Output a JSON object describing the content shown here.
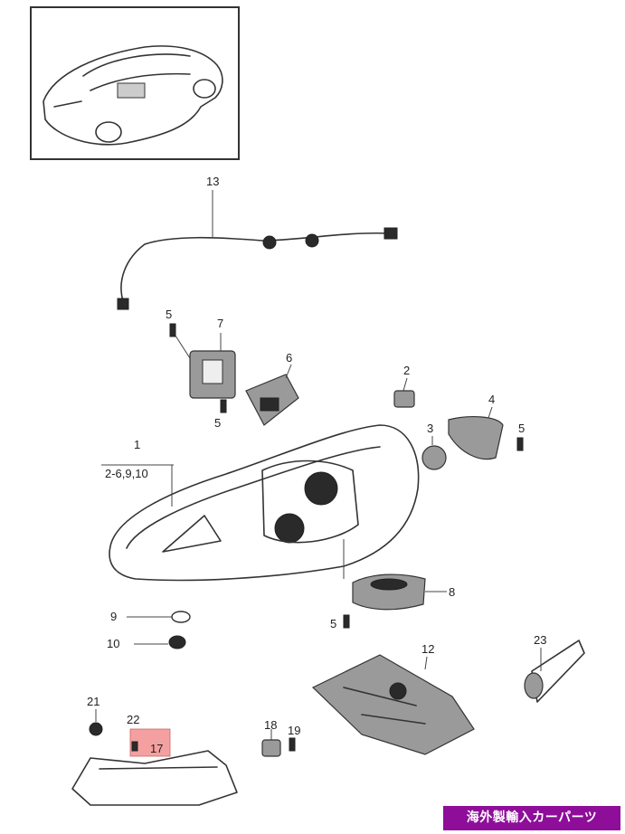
{
  "callouts": {
    "c1": "1",
    "c1_sub": "2-6,9,10",
    "c2": "2",
    "c3": "3",
    "c4": "4",
    "c5a": "5",
    "c5b": "5",
    "c5c": "5",
    "c5d": "5",
    "c6": "6",
    "c7": "7",
    "c8": "8",
    "c9": "9",
    "c10": "10",
    "c12": "12",
    "c13": "13",
    "c17": "17",
    "c18": "18",
    "c19": "19",
    "c21": "21",
    "c22": "22",
    "c23": "23"
  },
  "highlight_color": "#f4a0a0",
  "banner": {
    "text": "海外製輸入カーパーツ",
    "color": "#8e0e9a"
  }
}
